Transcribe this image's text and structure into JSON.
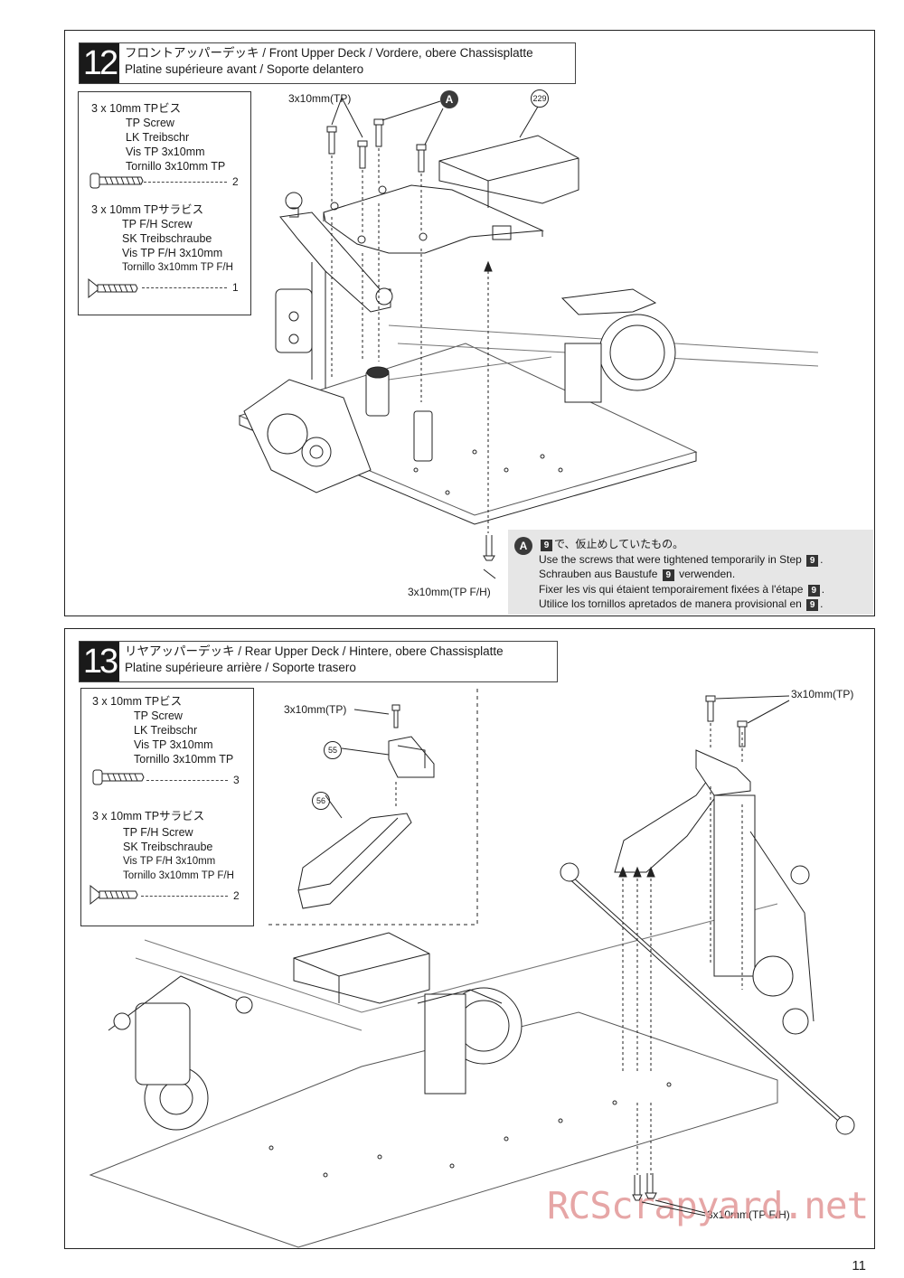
{
  "page_number": "11",
  "watermark": "RCScrapyard.net",
  "step12": {
    "number": "12",
    "title_line1": "フロントアッパーデッキ / Front Upper Deck / Vordere, obere Chassisplatte",
    "title_line2": "Platine supérieure avant / Soporte delantero",
    "screws": [
      {
        "lines": [
          "3 x 10mm  TPビス",
          "TP Screw",
          "LK Treibschr",
          "Vis TP 3x10mm",
          "Tornillo 3x10mm TP"
        ],
        "qty": "2"
      },
      {
        "lines": [
          "3 x 10mm  TPサラビス",
          "TP F/H Screw",
          "SK Treibschraube",
          "Vis TP F/H 3x10mm",
          "Tornillo 3x10mm TP F/H"
        ],
        "qty": "1"
      }
    ],
    "label_top_screw": "3x10mm(TP)",
    "label_bottom_screw": "3x10mm(TP F/H)",
    "callout": "A",
    "part_number": "229",
    "note": {
      "marker": "A",
      "step_ref": "9",
      "line_jp": "で、仮止めしていたもの。",
      "line_en": "Use the screws that were tightened temporarily in Step",
      "line_de": "Schrauben aus Baustufe",
      "line_de_tail": "verwenden.",
      "line_fr": "Fixer les vis qui étaient temporairement fixées à l'étape",
      "line_es": "Utilice los tornillos apretados de manera provisional en"
    }
  },
  "step13": {
    "number": "13",
    "title_line1": "リヤアッパーデッキ / Rear Upper Deck / Hintere, obere Chassisplatte",
    "title_line2": "Platine supérieure arrière / Soporte trasero",
    "screws": [
      {
        "lines": [
          "3 x 10mm  TPビス",
          "TP Screw",
          "LK Treibschr",
          "Vis TP 3x10mm",
          "Tornillo 3x10mm TP"
        ],
        "qty": "3"
      },
      {
        "lines": [
          "3 x 10mm  TPサラビス",
          "TP F/H Screw",
          "SK Treibschraube",
          "Vis TP F/H 3x10mm",
          "Tornillo 3x10mm TP F/H"
        ],
        "qty": "2"
      }
    ],
    "label_inset_screw": "3x10mm(TP)",
    "label_right_screw": "3x10mm(TP)",
    "label_bottom_screw": "3x10mm(TP F/H)",
    "part_55": "55",
    "part_56": "56"
  }
}
